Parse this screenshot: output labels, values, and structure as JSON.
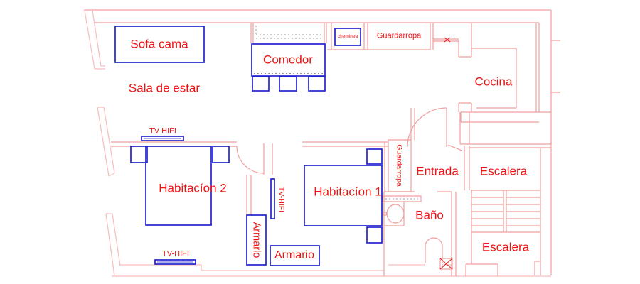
{
  "drawing": {
    "type": "apartment floor plan",
    "language": "Spanish"
  },
  "colors": {
    "wall": "#f19f9f",
    "wall_light": "#f6bdbd",
    "furniture": "#2323cf",
    "label_text": "#ee1414",
    "hatch_gray": "#9a9a9a",
    "background": "#ffffff"
  },
  "labels": {
    "sofa_cama": "Sofa cama",
    "sala_de_estar": "Sala de estar",
    "comedor": "Comedor",
    "cheminea": "cheminea",
    "guardarropa_top": "Guardarropa",
    "cocina": "Cocina",
    "tv_hifi_top": "TV-HIFI",
    "habitacion_2": "Habitacíon 2",
    "habitacion_1": "Habitacíon 1",
    "tv_hifi_mid": "TV-HIFI",
    "armario_vertical": "Armario",
    "armario_horizontal": "Armario",
    "guardarropa_vertical": "Guardarropa",
    "entrada": "Entrada",
    "escalera_upper": "Escalera",
    "bano": "Baño",
    "escalera_lower": "Escalera",
    "tv_hifi_bottom": "TV-HIFI"
  },
  "rooms": [
    "Sala de estar",
    "Comedor",
    "Cocina",
    "Habitacíon 1",
    "Habitacíon 2",
    "Entrada",
    "Baño",
    "Escalera"
  ],
  "furniture": [
    "Sofa cama",
    "Comedor table + 3 chairs",
    "cheminea",
    "Guardarropa x2",
    "TV-HIFI x3",
    "Armario x2",
    "bed x2",
    "nightstand x4",
    "sink",
    "toilet",
    "stairs"
  ]
}
